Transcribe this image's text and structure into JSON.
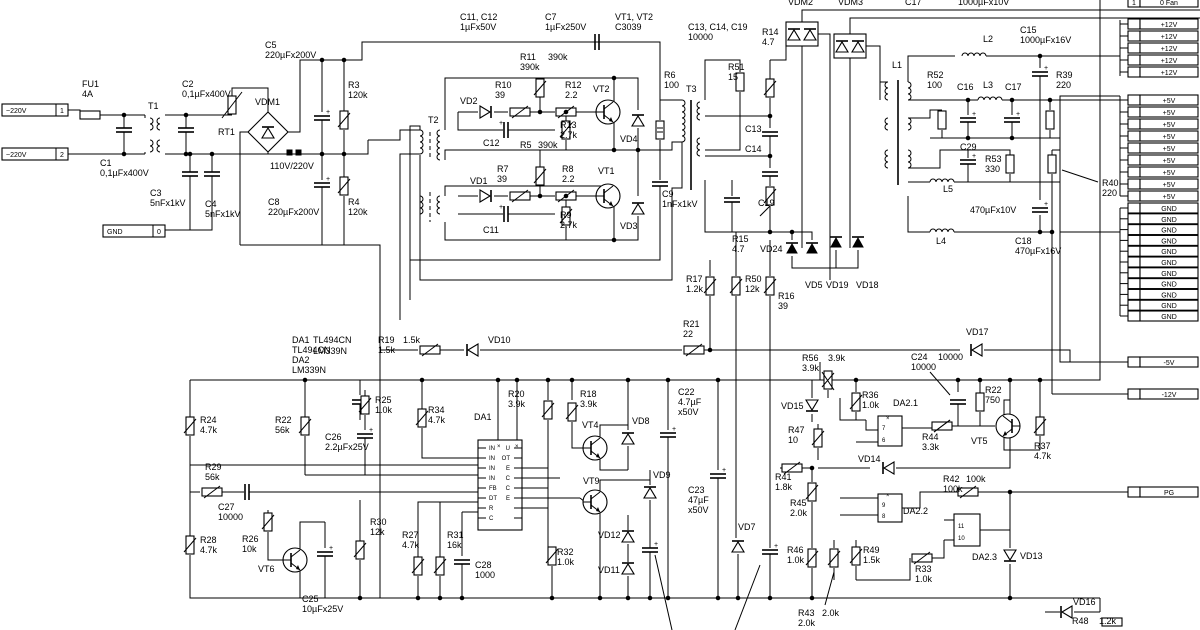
{
  "inputs": {
    "ac1": {
      "text": "~220V",
      "pin": "1"
    },
    "ac2": {
      "text": "~220V",
      "pin": "2"
    },
    "gnd_in": {
      "text": "GND",
      "pin": "0"
    }
  },
  "outputs": {
    "fan_pin": "1",
    "fan_label": "0 Fan",
    "p12": [
      "+12V",
      "+12V",
      "+12V",
      "+12V",
      "+12V"
    ],
    "p5": [
      "+5V",
      "+5V",
      "+5V",
      "+5V",
      "+5V",
      "+5V",
      "+5V",
      "+5V",
      "+5V"
    ],
    "gnd": [
      "GND",
      "GND",
      "GND",
      "GND",
      "GND",
      "GND",
      "GND",
      "GND",
      "GND",
      "GND",
      "GND"
    ],
    "m5": "-5V",
    "m12": "-12V",
    "pg": "PG"
  },
  "labels": {
    "fu1": [
      "FU1",
      "4A"
    ],
    "t1": "T1",
    "c1": [
      "C1",
      "0,1µFx400V"
    ],
    "c2": [
      "C2",
      "0,1µFx400V"
    ],
    "c3": [
      "C3",
      "5nFx1kV"
    ],
    "c4": [
      "C4",
      "5nFx1kV"
    ],
    "rt1": "RT1",
    "vdm1": "VDM1",
    "c5": [
      "C5",
      "220µFx200V"
    ],
    "c8": [
      "C8",
      "220µFx200V"
    ],
    "v110": "110V/220V",
    "r3": [
      "R3",
      "120k"
    ],
    "r4": [
      "R4",
      "120k"
    ],
    "c11c12": [
      "C11, C12",
      "1µFx50V"
    ],
    "c7": [
      "C7",
      "1µFx250V"
    ],
    "vt12": [
      "VT1, VT2",
      "C3039"
    ],
    "r11": [
      "R11",
      "390k"
    ],
    "t2": "T2",
    "vd2": "VD2",
    "r10": [
      "R10",
      "39"
    ],
    "r12": [
      "R12",
      "2.2"
    ],
    "vt2": "VT2",
    "c12": "C12",
    "r5": [
      "R5",
      "390k"
    ],
    "r13": [
      "R13",
      "2.7k"
    ],
    "vd4": "VD4",
    "vd1": "VD1",
    "r7": [
      "R7",
      "39"
    ],
    "r8": [
      "R8",
      "2.2"
    ],
    "vt1": "VT1",
    "c11": "C11",
    "r9": [
      "R9",
      "2.7k"
    ],
    "vd3": "VD3",
    "r6": [
      "R6",
      "100"
    ],
    "c9": [
      "C9",
      "1nFx1kV"
    ],
    "t3": "T3",
    "c13c14c19": [
      "C13, C14, C19",
      "10000"
    ],
    "r51": [
      "R51",
      "15"
    ],
    "c13": "C13",
    "c14": "C14",
    "c19": "C19",
    "r15": [
      "R15",
      "4.7"
    ],
    "r14": [
      "R14",
      "4.7"
    ],
    "vdm2": "VDM2",
    "vdm3": "VDM3",
    "c17top": [
      "C17",
      "1000µFx10V"
    ],
    "l1": "L1",
    "l2": "L2",
    "c15": [
      "C15",
      "1000µFx16V"
    ],
    "r52": [
      "R52",
      "100"
    ],
    "c16": "C16",
    "l3": "L3",
    "c17": "C17",
    "r39": [
      "R39",
      "220"
    ],
    "r53": [
      "R53",
      "330"
    ],
    "l5": "L5",
    "c29": [
      "C29",
      "470µFx10V"
    ],
    "l4": "L4",
    "c18": [
      "C18",
      "470µFx16V"
    ],
    "r40": [
      "R40",
      "220"
    ],
    "vd24": "VD24",
    "vd5": "VD5",
    "vd19": "VD19",
    "vd18": "VD18",
    "r17": [
      "R17",
      "1.2k"
    ],
    "r50": [
      "R50",
      "12k"
    ],
    "r16": [
      "R16",
      "39"
    ],
    "da": [
      "DA1",
      "TL494CN",
      "DA2",
      "LM339N"
    ],
    "r19": [
      "R19",
      "1.5k"
    ],
    "vd10": "VD10",
    "r21": [
      "R21",
      "22"
    ],
    "vd17": "VD17",
    "r56": [
      "R56",
      "3.9k"
    ],
    "c24": [
      "C24",
      "10000"
    ],
    "r25": [
      "R25",
      "1.0k"
    ],
    "r34": [
      "R34",
      "4.7k"
    ],
    "da1": "DA1",
    "r20": [
      "R20",
      "3.9k"
    ],
    "r18": [
      "R18",
      "3.9k"
    ],
    "c22": [
      "C22",
      "4.7µF",
      "x50V"
    ],
    "vd15": "VD15",
    "r36": [
      "R36",
      "1.0k"
    ],
    "da21": "DA2.1",
    "r22b": [
      "R22",
      "750"
    ],
    "r24": [
      "R24",
      "4.7k"
    ],
    "r22": [
      "R22",
      "56k"
    ],
    "c26": [
      "C26",
      "2.2µFx25V"
    ],
    "vt4": "VT4",
    "vd8": "VD8",
    "r47": [
      "R47",
      "10"
    ],
    "r44": [
      "R44",
      "3.3k"
    ],
    "vt5": "VT5",
    "r37": [
      "R37",
      "4.7k"
    ],
    "vd14": "VD14",
    "r29": [
      "R29",
      "56k"
    ],
    "vd9": "VD9",
    "r41": [
      "R41",
      "1.8k"
    ],
    "r42": [
      "R42",
      "100k"
    ],
    "vt9": "VT9",
    "c23": [
      "C23",
      "47µF",
      "x50V"
    ],
    "r45": [
      "R45",
      "2.0k"
    ],
    "da22": "DA2.2",
    "c27": [
      "C27",
      "10000"
    ],
    "r30": [
      "R30",
      "12k"
    ],
    "r26": [
      "R26",
      "10k"
    ],
    "r27": [
      "R27",
      "4.7k"
    ],
    "r31": [
      "R31",
      "16k"
    ],
    "vd12": "VD12",
    "vd7": "VD7",
    "da23": "DA2.3",
    "r28": [
      "R28",
      "4.7k"
    ],
    "vt6": "VT6",
    "c28": [
      "C28",
      "1000"
    ],
    "r32": [
      "R32",
      "1.0k"
    ],
    "vd11": "VD11",
    "r46": [
      "R46",
      "1.0k"
    ],
    "r49": [
      "R49",
      "1.5k"
    ],
    "r33": [
      "R33",
      "1.0k"
    ],
    "vd13": "VD13",
    "c25": [
      "C25",
      "10µFx25V"
    ],
    "r43": [
      "R43",
      "2.0k"
    ],
    "vd16": "VD16",
    "r48": [
      "R48",
      "1.2k"
    ]
  },
  "ic_pins": {
    "da1_left": [
      "IN",
      "IN",
      "IN",
      "IN",
      "FB",
      "DT",
      "R",
      "C"
    ],
    "da1_right": [
      "U",
      "OT",
      "E",
      "C",
      "C",
      "E",
      "",
      ""
    ]
  }
}
